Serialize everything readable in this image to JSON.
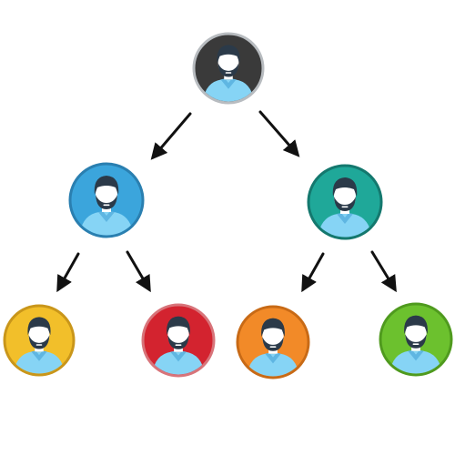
{
  "diagram": {
    "type": "hierarchy-tree",
    "nodes": [
      {
        "id": "root",
        "icon": "person-avatar-icon",
        "color": "#3a3a3a",
        "border": "#b8bcc0",
        "level": 0
      },
      {
        "id": "left",
        "icon": "person-avatar-icon",
        "color": "#3ba5dc",
        "border": "#2a7fb0",
        "level": 1,
        "parent": "root"
      },
      {
        "id": "right",
        "icon": "person-avatar-icon",
        "color": "#1fa899",
        "border": "#14786e",
        "level": 1,
        "parent": "root"
      },
      {
        "id": "left-a",
        "icon": "person-avatar-icon",
        "color": "#f2bf2a",
        "border": "#c9961a",
        "level": 2,
        "parent": "left"
      },
      {
        "id": "left-b",
        "icon": "person-avatar-icon",
        "color": "#d3232f",
        "border": "#d8747a",
        "level": 2,
        "parent": "left"
      },
      {
        "id": "right-a",
        "icon": "person-avatar-icon",
        "color": "#f28a28",
        "border": "#c86a16",
        "level": 2,
        "parent": "right"
      },
      {
        "id": "right-b",
        "icon": "person-avatar-icon",
        "color": "#6cc12e",
        "border": "#4f9a1e",
        "level": 2,
        "parent": "right"
      }
    ],
    "edges": [
      {
        "from": "root",
        "to": "left"
      },
      {
        "from": "root",
        "to": "right"
      },
      {
        "from": "left",
        "to": "left-a"
      },
      {
        "from": "left",
        "to": "left-b"
      },
      {
        "from": "right",
        "to": "right-a"
      },
      {
        "from": "right",
        "to": "right-b"
      }
    ],
    "colors": {
      "arrow": "#111111",
      "hair": "#2b3a49",
      "skin": "#ffffff",
      "shirt": "#86d4f5",
      "collar": "#5fb6e2"
    }
  }
}
